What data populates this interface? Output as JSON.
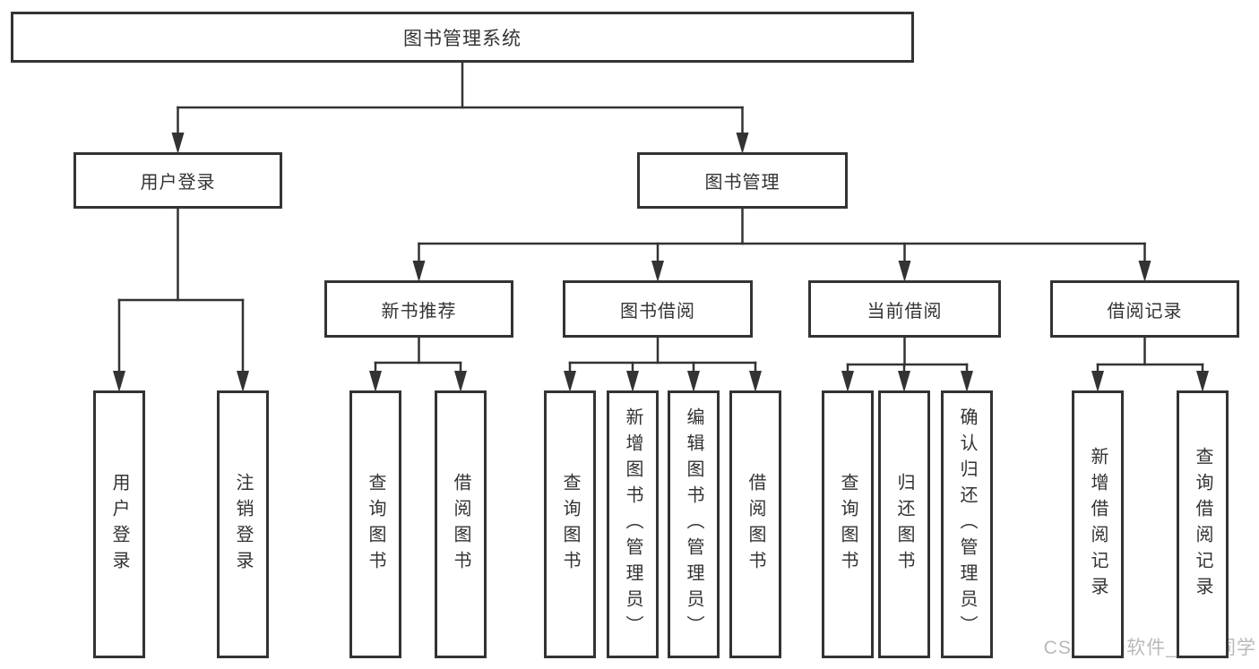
{
  "diagram_title": "图书管理系统",
  "watermark": "CSDN @软件_小贺同学",
  "colors": {
    "line": "#333333",
    "text": "#333333",
    "box_background": "#ffffff",
    "background": "#ffffff",
    "watermark": "#b4b4b4"
  },
  "nodes": {
    "root": {
      "label": "图书管理系统",
      "children": [
        "login",
        "mgmt"
      ]
    },
    "login": {
      "label": "用户登录",
      "children": [
        "login-user",
        "login-logout"
      ]
    },
    "mgmt": {
      "label": "图书管理",
      "children": [
        "rec",
        "borrow",
        "current",
        "record"
      ]
    },
    "rec": {
      "label": "新书推荐",
      "children": [
        "rec-query",
        "rec-borrow"
      ]
    },
    "borrow": {
      "label": "图书借阅",
      "children": [
        "borrow-query",
        "borrow-add",
        "borrow-edit",
        "borrow-borrow"
      ]
    },
    "current": {
      "label": "当前借阅",
      "children": [
        "current-query",
        "current-return",
        "current-confirm"
      ]
    },
    "record": {
      "label": "借阅记录",
      "children": [
        "record-add",
        "record-query"
      ]
    },
    "login-user": {
      "label": "用户登录",
      "children": []
    },
    "login-logout": {
      "label": "注销登录",
      "children": []
    },
    "rec-query": {
      "label": "查询图书",
      "children": []
    },
    "rec-borrow": {
      "label": "借阅图书",
      "children": []
    },
    "borrow-query": {
      "label": "查询图书",
      "children": []
    },
    "borrow-add": {
      "label": "新增图书（管理员）",
      "children": []
    },
    "borrow-edit": {
      "label": "编辑图书（管理员）",
      "children": []
    },
    "borrow-borrow": {
      "label": "借阅图书",
      "children": []
    },
    "current-query": {
      "label": "查询图书",
      "children": []
    },
    "current-return": {
      "label": "归还图书",
      "children": []
    },
    "current-confirm": {
      "label": "确认归还（管理员）",
      "children": []
    },
    "record-add": {
      "label": "新增借阅记录",
      "children": []
    },
    "record-query": {
      "label": "查询借阅记录",
      "children": []
    }
  }
}
